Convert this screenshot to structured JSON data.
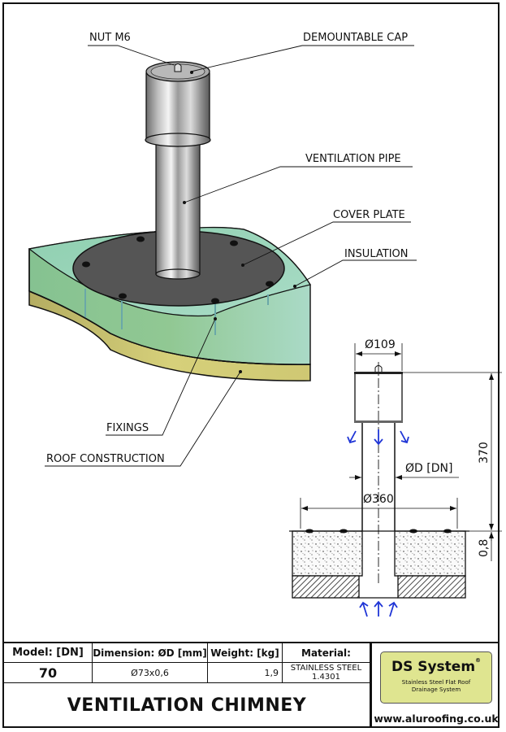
{
  "drawing": {
    "callouts": {
      "nut": "NUT M6",
      "cap": "DEMOUNTABLE CAP",
      "pipe": "VENTILATION PIPE",
      "cover_plate": "COVER PLATE",
      "insulation": "INSULATION",
      "fixings": "FIXINGS",
      "roof_construction": "ROOF CONSTRUCTION"
    },
    "dimensions": {
      "cap_diameter": "Ø109",
      "pipe_diameter": "ØD [DN]",
      "plate_diameter": "Ø360",
      "height": "370",
      "plate_thickness": "0,8"
    },
    "colors": {
      "insulation": "#9fd8be",
      "roof": "#d2cd78",
      "plate": "#555555",
      "airflow_arrows": "#1f35d6"
    }
  },
  "title_block": {
    "headers": {
      "model": "Model: [DN]",
      "dimension": "Dimension: ØD  [mm]",
      "weight": "Weight: [kg]",
      "material": "Material:"
    },
    "row": {
      "model": "70",
      "dimension": "Ø73x0,6",
      "weight": "1,9",
      "material_line1": "STAINLESS STEEL",
      "material_line2": "1.4301"
    },
    "product_title": "VENTILATION CHIMNEY",
    "logo": {
      "name": "DS System",
      "registered": "®",
      "tagline_line1": "Stainless Steel Flat Roof",
      "tagline_line2": "Drainage System",
      "background": "#dfe590"
    },
    "website": "www.aluroofing.co.uk"
  }
}
